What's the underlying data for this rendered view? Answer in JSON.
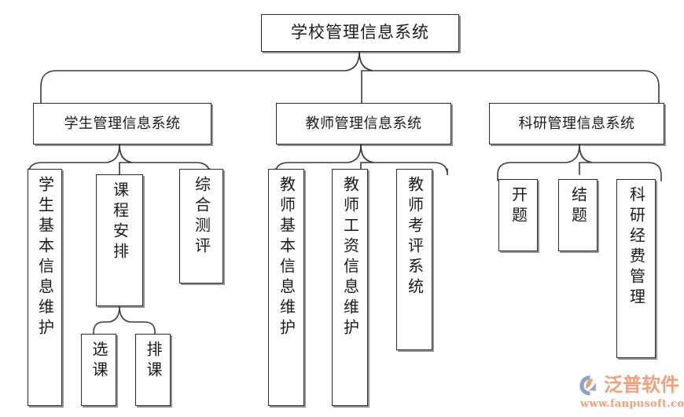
{
  "diagram": {
    "title": "学校管理信息系统",
    "type": "hierarchy-tree",
    "orientation": "top-down",
    "levels": 4,
    "root": {
      "id": "root",
      "label": "学校管理信息系统",
      "text_direction": "horizontal"
    },
    "level2": [
      {
        "id": "student-mis",
        "label": "学生管理信息系统",
        "text_direction": "horizontal"
      },
      {
        "id": "teacher-mis",
        "label": "教师管理信息系统",
        "text_direction": "horizontal"
      },
      {
        "id": "research-mis",
        "label": "科研管理信息系统",
        "text_direction": "horizontal"
      }
    ],
    "level3": {
      "student": [
        {
          "id": "student-basic-info",
          "label": "学生基本信息维护",
          "text_direction": "vertical"
        },
        {
          "id": "course-arrangement",
          "label": "课程安排",
          "text_direction": "vertical"
        },
        {
          "id": "comprehensive-evaluation",
          "label": "综合测评",
          "text_direction": "vertical"
        }
      ],
      "teacher": [
        {
          "id": "teacher-basic-info",
          "label": "教师基本信息维护",
          "text_direction": "vertical"
        },
        {
          "id": "teacher-salary-info",
          "label": "教师工资信息维护",
          "text_direction": "vertical"
        },
        {
          "id": "teacher-assessment",
          "label": "教师考评系统",
          "text_direction": "vertical"
        }
      ],
      "research": [
        {
          "id": "project-opening",
          "label": "开题",
          "text_direction": "vertical"
        },
        {
          "id": "project-closing",
          "label": "结题",
          "text_direction": "vertical"
        },
        {
          "id": "research-fund-management",
          "label": "科研经费管理",
          "text_direction": "vertical"
        }
      ]
    },
    "level4": {
      "course_arrangement_children": [
        {
          "id": "course-selection",
          "label": "选课",
          "text_direction": "vertical"
        },
        {
          "id": "course-scheduling",
          "label": "排课",
          "text_direction": "vertical"
        }
      ]
    }
  },
  "watermark": {
    "brand": "泛普软件",
    "url": "www.fanpusoft.com",
    "logo_icon": "fanpu-circle-logo-icon",
    "brand_color": "#f0a07a",
    "logo_blue": "#8fa3c2",
    "logo_orange": "#e8a06f"
  },
  "style": {
    "background": "#ffffff",
    "box_border": "#2b2b2b",
    "box_fill": "#ffffff",
    "connector_color": "#3a3a3a",
    "text_color": "#1a1a1a"
  }
}
